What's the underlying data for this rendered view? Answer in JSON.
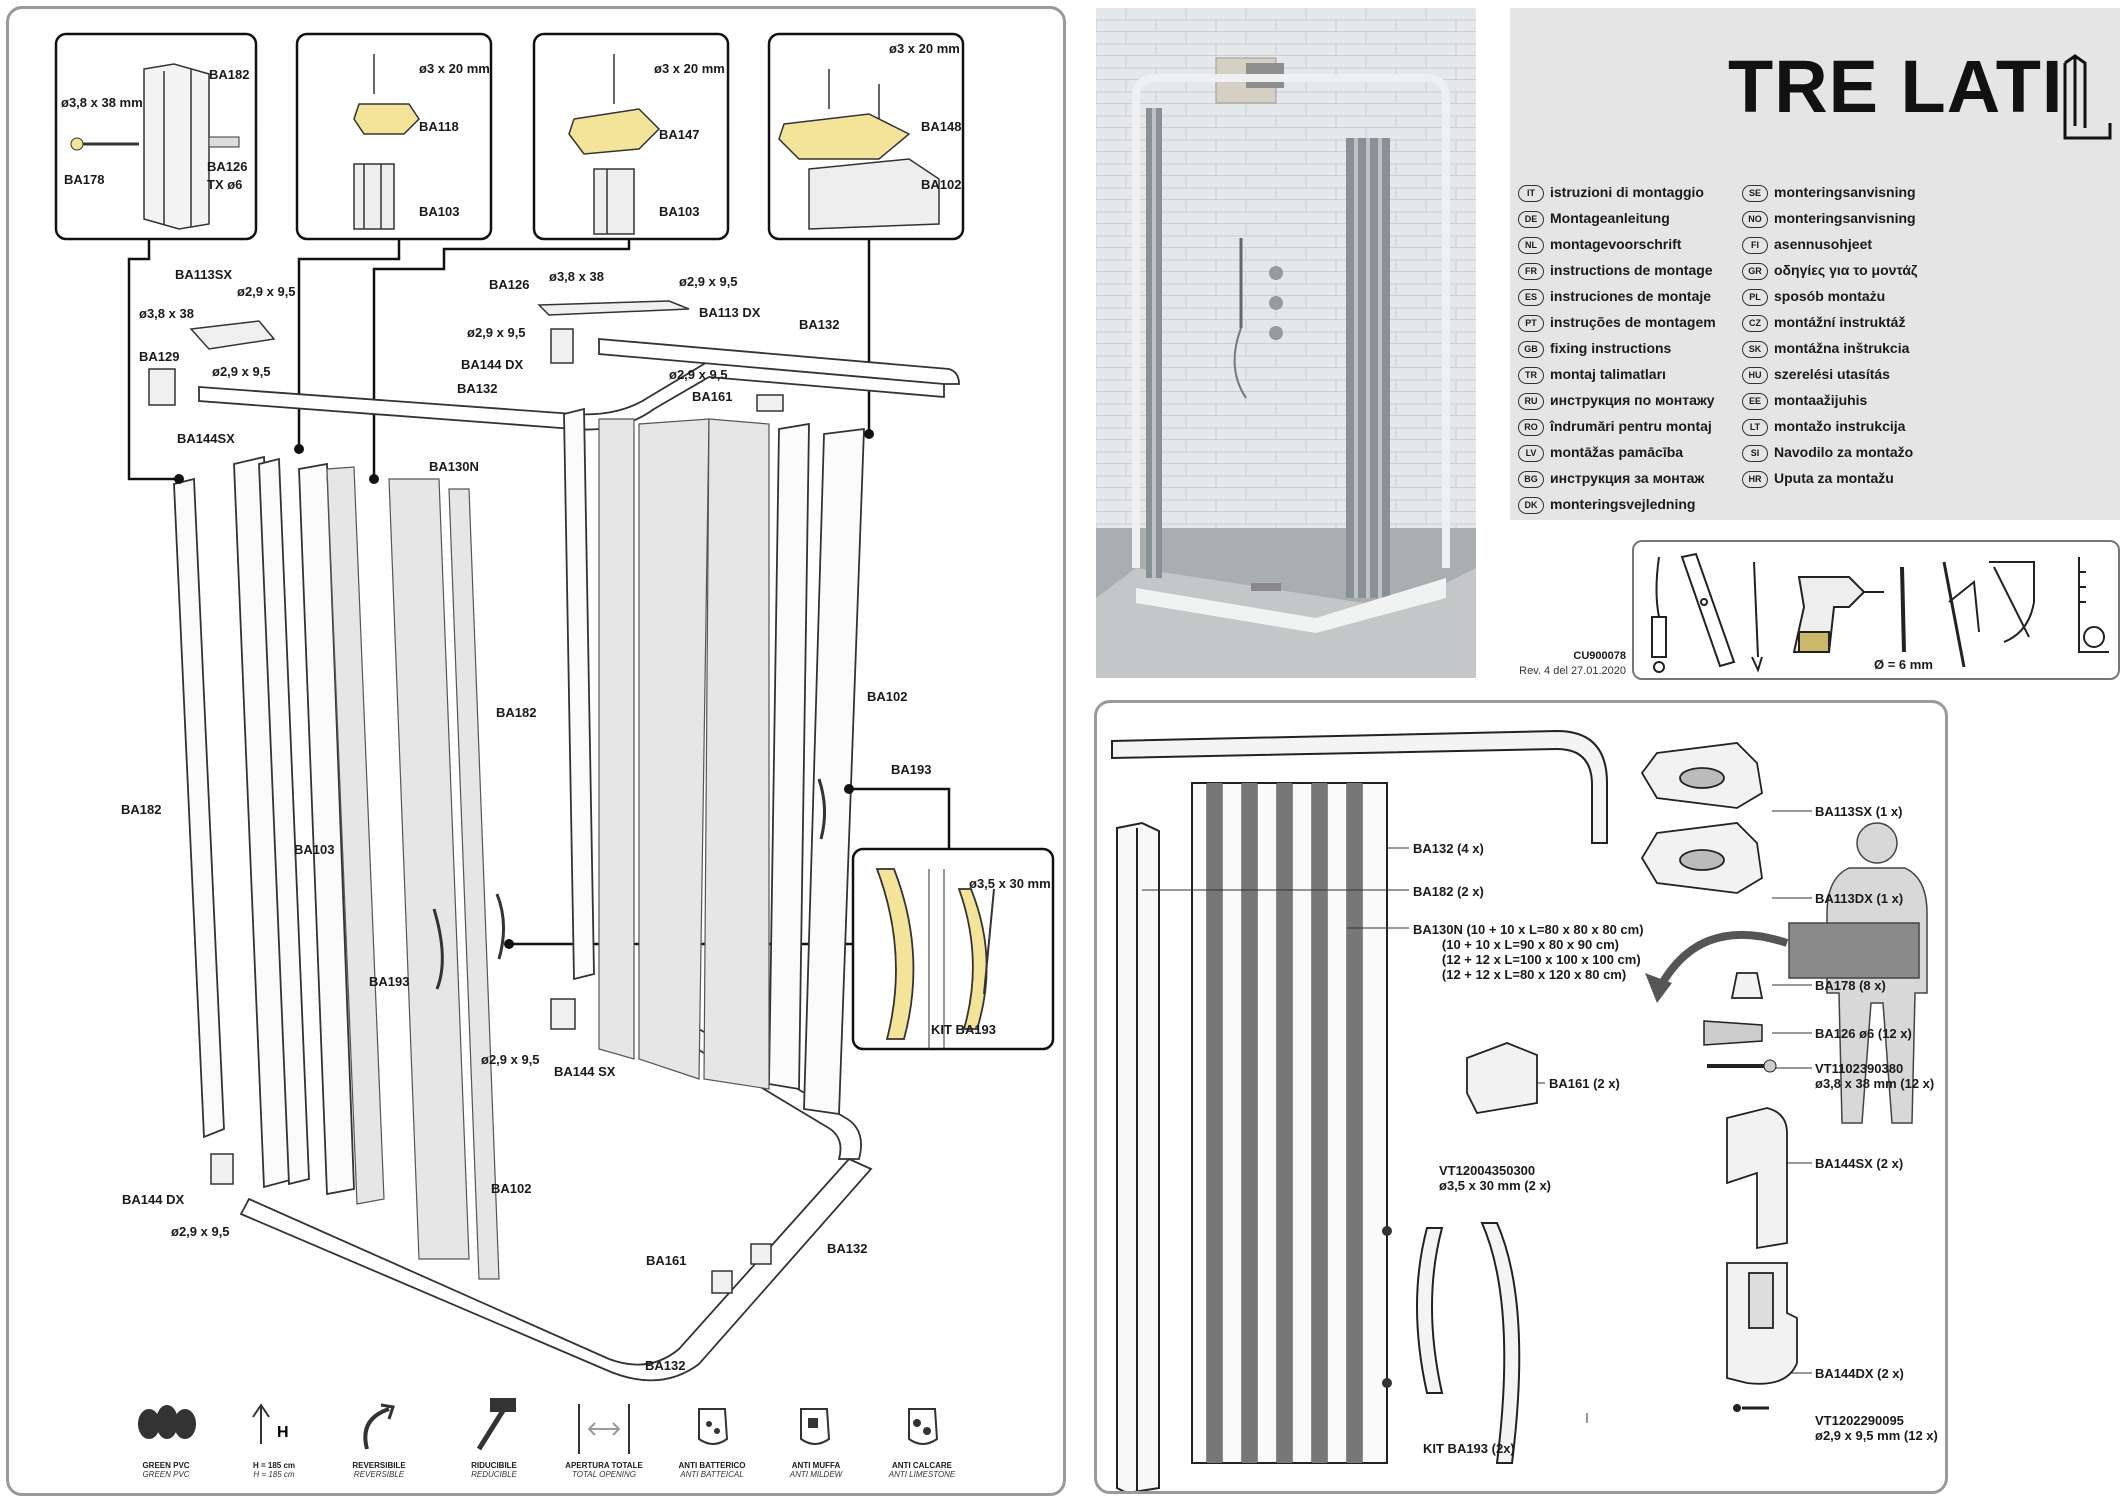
{
  "brand": {
    "title": "TRE LATI"
  },
  "languages": [
    {
      "code": "IT",
      "text": "istruzioni di montaggio"
    },
    {
      "code": "DE",
      "text": "Montageanleitung"
    },
    {
      "code": "NL",
      "text": "montagevoorschrift"
    },
    {
      "code": "FR",
      "text": "instructions de montage"
    },
    {
      "code": "ES",
      "text": "instruciones de montaje"
    },
    {
      "code": "PT",
      "text": "instruções de montagem"
    },
    {
      "code": "GB",
      "text": "fixing instructions"
    },
    {
      "code": "TR",
      "text": "montaj talimatları"
    },
    {
      "code": "RU",
      "text": "инструкция по монтажу"
    },
    {
      "code": "RO",
      "text": "îndrumări pentru montaj"
    },
    {
      "code": "LV",
      "text": "montāžas pamācība"
    },
    {
      "code": "BG",
      "text": "инструкция за монтаж"
    },
    {
      "code": "DK",
      "text": "monteringsvejledning"
    },
    {
      "code": "SE",
      "text": "monteringsanvisning"
    },
    {
      "code": "NO",
      "text": "monteringsanvisning"
    },
    {
      "code": "FI",
      "text": "asennusohjeet"
    },
    {
      "code": "GR",
      "text": "οδηγίες για το μοντάζ"
    },
    {
      "code": "PL",
      "text": "sposób montażu"
    },
    {
      "code": "CZ",
      "text": "montážní instruktáž"
    },
    {
      "code": "SK",
      "text": "montážna inštrukcia"
    },
    {
      "code": "HU",
      "text": "szerelési utasítás"
    },
    {
      "code": "EE",
      "text": "montaažijuhis"
    },
    {
      "code": "LT",
      "text": "montažo instrukcija"
    },
    {
      "code": "SI",
      "text": "Navodilo za montažo"
    },
    {
      "code": "HR",
      "text": "Uputa za montažu"
    }
  ],
  "document": {
    "code": "CU900078",
    "revision": "Rev. 4 del 27.01.2020"
  },
  "tools": {
    "drill_bit": "Ø = 6 mm"
  },
  "callouts": [
    {
      "parts": [
        "BA182",
        "ø3,8 x 38 mm",
        "BA178",
        "BA126",
        "TX ø6"
      ]
    },
    {
      "parts": [
        "ø3 x 20 mm",
        "BA118",
        "BA103"
      ]
    },
    {
      "parts": [
        "ø3 x 20 mm",
        "BA147",
        "BA103"
      ]
    },
    {
      "parts": [
        "ø3 x 20 mm",
        "BA148",
        "BA102"
      ]
    }
  ],
  "exploded": {
    "BA113SX": "BA113SX",
    "s29a": "ø2,9 x 9,5",
    "s38a": "ø3,8 x 38",
    "BA129": "BA129",
    "s29b": "ø2,9 x 9,5",
    "BA144SX_top": "BA144SX",
    "BA126": "BA126",
    "s38b": "ø3,8 x 38",
    "s29c": "ø2,9 x 9,5",
    "BA113DX": "BA113 DX",
    "s29d": "ø2,9 x 9,5",
    "BA144DX_top": "BA144 DX",
    "BA132_top_right": "BA132",
    "s29e": "ø2,9 x 9,5",
    "BA161_top": "BA161",
    "BA132_top_left": "BA132",
    "BA130N": "BA130N",
    "BA182_left": "BA182",
    "BA103": "BA103",
    "BA182_mid": "BA182",
    "BA102_right": "BA102",
    "BA193_right": "BA193",
    "BA193_left": "BA193",
    "s29f": "ø2,9 x 9,5",
    "BA144SX_bottom": "BA144 SX",
    "BA144DX_bottom": "BA144 DX",
    "s29g": "ø2,9 x 9,5",
    "BA102_bottom": "BA102",
    "BA161_bottom": "BA161",
    "BA132_bottom_right": "BA132",
    "BA132_bottom": "BA132",
    "kit_screw": "ø3,5 x 30 mm",
    "kit_label": "KIT BA193"
  },
  "features": [
    {
      "title": "GREEN PVC",
      "subtitle": "GREEN PVC"
    },
    {
      "title": "H = 185 cm",
      "subtitle": "H = 185 cm",
      "icon_text": "H"
    },
    {
      "title": "REVERSIBILE",
      "subtitle": "REVERSIBLE"
    },
    {
      "title": "RIDUCIBILE",
      "subtitle": "REDUCIBLE"
    },
    {
      "title": "APERTURA TOTALE",
      "subtitle": "TOTAL OPENING"
    },
    {
      "title": "ANTI BATTERICO",
      "subtitle": "ANTI BATTEICAL"
    },
    {
      "title": "ANTI MUFFA",
      "subtitle": "ANTI MILDEW"
    },
    {
      "title": "ANTI CALCARE",
      "subtitle": "ANTI LIMESTONE"
    }
  ],
  "parts_list": {
    "BA132": "BA132 (4 x)",
    "BA182": "BA182 (2 x)",
    "BA130N": "BA130N (10 + 10 x L=80 x 80 x 80 cm)\n        (10 + 10 x L=90 x 80 x 90 cm)\n        (12 + 12 x L=100 x 100 x 100 cm)\n        (12 + 12 x L=80 x 120 x 80 cm)",
    "BA113SX": "BA113SX (1 x)",
    "BA113DX": "BA113DX (1 x)",
    "BA178": "BA178 (8 x)",
    "BA126": "BA126 ø6 (12 x)",
    "VT110": "VT1102390380\nø3,8 x 38 mm (12 x)",
    "BA161": "BA161 (2 x)",
    "VT120": "VT12004350300\nø3,5 x 30 mm (2 x)",
    "KIT": "KIT BA193 (2x)",
    "BA144SX": "BA144SX (2 x)",
    "BA144DX": "BA144DX (2 x)",
    "VT1202": "VT1202290095\nø2,9 x 9,5 mm (12 x)"
  },
  "colors": {
    "highlight": "#f3e49a",
    "frame": "#9a9a9a",
    "text": "#1a1a1a"
  }
}
